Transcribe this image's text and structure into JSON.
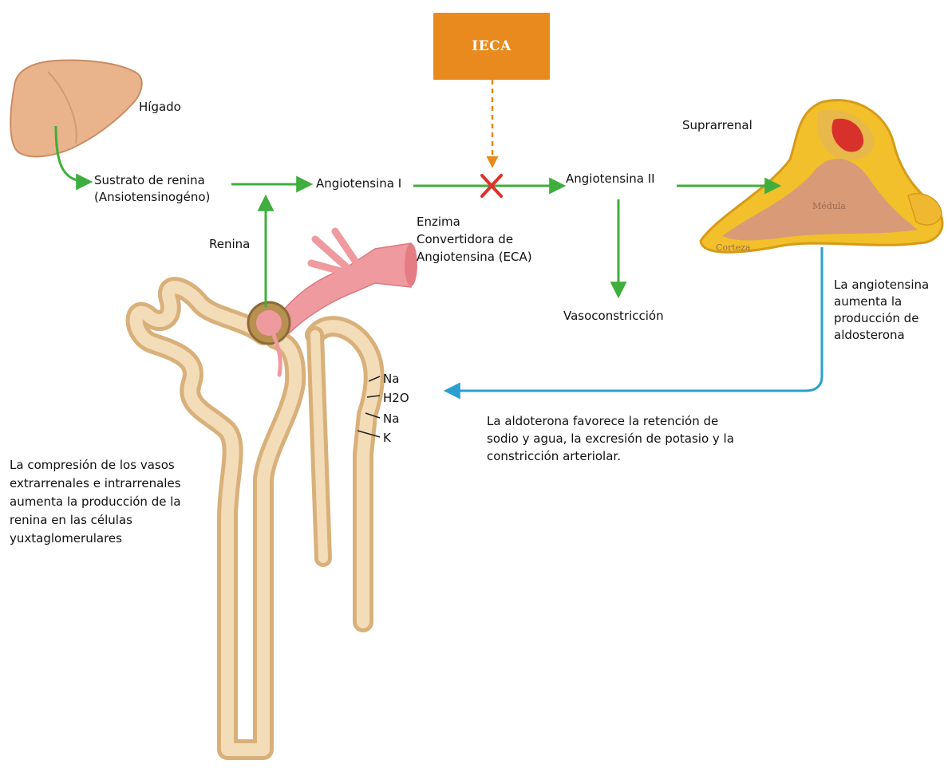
{
  "colors": {
    "arrow_green": "#3fae3c",
    "arrow_blue": "#2a9fd0",
    "ieca_box": "#e88a1e",
    "block_x": "#e0302a",
    "liver": "#e9b48c",
    "adrenal_cortex": "#f2c02a",
    "adrenal_medulla": "#d99a78",
    "nephron_tube": "#e8c79a",
    "vessel": "#ef9a9f"
  },
  "ieca": {
    "label": "IECA"
  },
  "labels": {
    "higado": "Hígado",
    "sustrato_line1": "Sustrato de renina",
    "sustrato_line2": "(Ansiotensinogéno)",
    "angiotensina_1": "Angiotensina I",
    "angiotensina_2": "Angiotensina II",
    "suprarrenal": "Suprarrenal",
    "renina": "Renina",
    "enzima_line1": "Enzima",
    "enzima_line2": "Convertidora de",
    "enzima_line3": "Angiotensina (ECA)",
    "vasoconstriccion": "Vasoconstricción",
    "aldosterona_line1": "La angiotensina",
    "aldosterona_line2": "aumenta la",
    "aldosterona_line3": "producción de",
    "aldosterona_line4": "aldosterona",
    "retencion_line1": "La aldoterona favorece la retención de",
    "retencion_line2": "sodio y agua, la excresión de potasio y la",
    "retencion_line3": "constricción arteriolar.",
    "compresion_line1": "La compresión de los vasos",
    "compresion_line2": "extrarrenales e intrarrenales",
    "compresion_line3": "aumenta la producción de la",
    "compresion_line4": "renina en las células",
    "compresion_line5": "yuxtaglomerulares",
    "ion_na_1": "Na",
    "ion_h2o": "H2O",
    "ion_na_2": "Na",
    "ion_k": "K"
  },
  "organ_labels": {
    "medula": "Médula",
    "corteza": "Corteza"
  },
  "icons": [
    "liver-icon",
    "adrenal-gland-icon",
    "nephron-icon",
    "blood-vessel-icon",
    "block-x-icon"
  ]
}
